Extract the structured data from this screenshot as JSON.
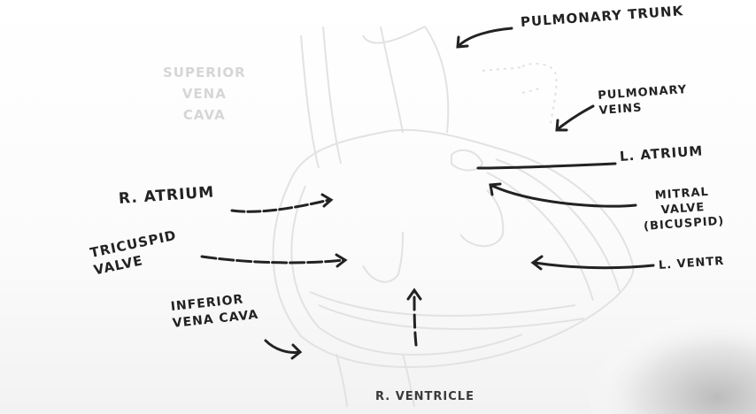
{
  "labels": {
    "pulmonary_trunk": "PULMONARY TRUNK",
    "pulmonary_veins": "PULMONARY\nVEINS",
    "superior_vena_cava": "SUPERIOR\nVENA\nCAVA",
    "l_atrium": "L. ATRIUM",
    "r_atrium": "R. ATRIUM",
    "mitral_valve": "MITRAL\nVALVE\n(BICUSPID)",
    "tricuspid_valve": "TRICUSPID\nVALVE",
    "l_ventricle": "L. VENTR",
    "inferior_vena_cava": "INFERIOR\nVENA CAVA",
    "r_ventricle": "R. VENTRICLE"
  },
  "colors": {
    "ink": "#222222",
    "faint_ink": "#d6d6d6",
    "sketch": "#e2e2e2",
    "background": "#ffffff"
  }
}
